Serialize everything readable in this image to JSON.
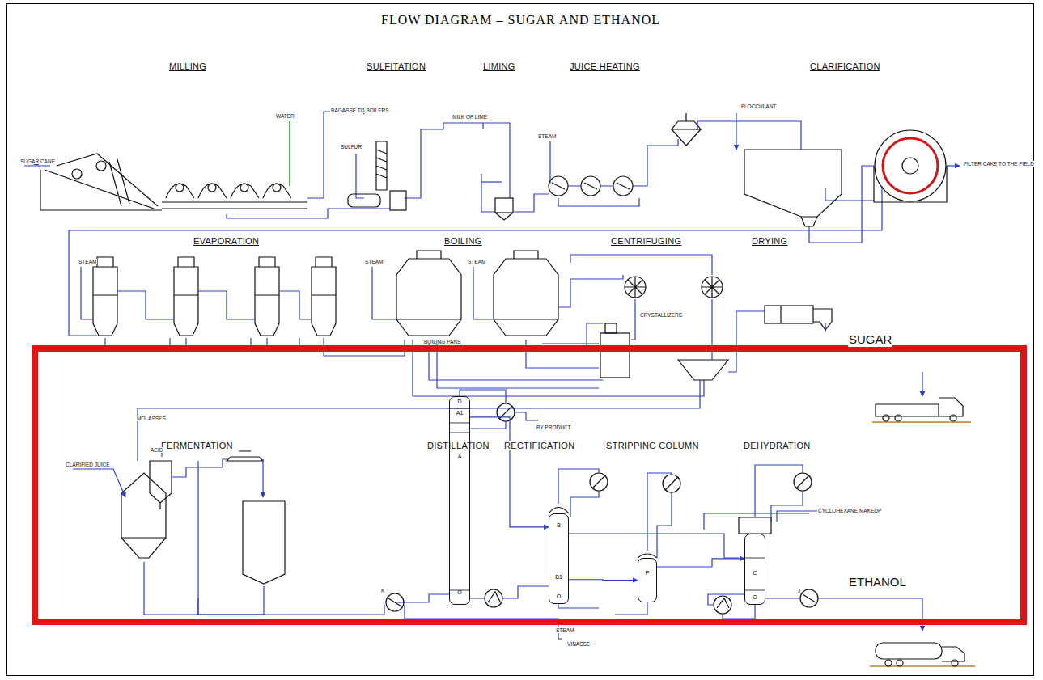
{
  "diagram": {
    "title": "FLOW DIAGRAM – SUGAR AND ETHANOL",
    "nodes": [
      {
        "text": [
          "D",
          "A1",
          "A",
          "O"
        ]
      },
      {
        "text": [
          "B",
          "B1",
          "O"
        ]
      },
      {
        "text": [
          "P"
        ]
      },
      {
        "text": [
          "C",
          "O"
        ]
      }
    ],
    "edges": [
      {
        "from": 0,
        "to": 1,
        "arrow": "to"
      },
      {
        "from": 1,
        "to": 2,
        "arrow": "to"
      },
      {
        "from": 2,
        "to": 3,
        "arrow": "to"
      }
    ],
    "labels": [
      "MILLING",
      "SULFITATION",
      "LIMING",
      "JUICE HEATING",
      "CLARIFICATION",
      "SUGAR CANE",
      "WATER",
      "BAGASSE TO BOILERS",
      "SULFUR",
      "MILK OF LIME",
      "STEAM",
      "FLOCCULANT",
      "FILTER CAKE TO THE FIELD",
      "EVAPORATION",
      "BOILING",
      "CENTRIFUGING",
      "DRYING",
      "STEAM",
      "STEAM",
      "STEAM",
      "CRYSTALLIZERS",
      "BOILING PANS",
      "SUGAR",
      "MOLASSES",
      "FERMENTATION",
      "DISTILLATION",
      "RECTIFICATION",
      "STRIPPING COLUMN",
      "DEHYDRATION",
      "CLARIFIED JUICE",
      "ACID",
      "BY PRODUCT",
      "CYCLOHEXANE MAKEUP",
      "ETHANOL",
      "K",
      "STEAM",
      "VINASSE",
      "J"
    ]
  }
}
